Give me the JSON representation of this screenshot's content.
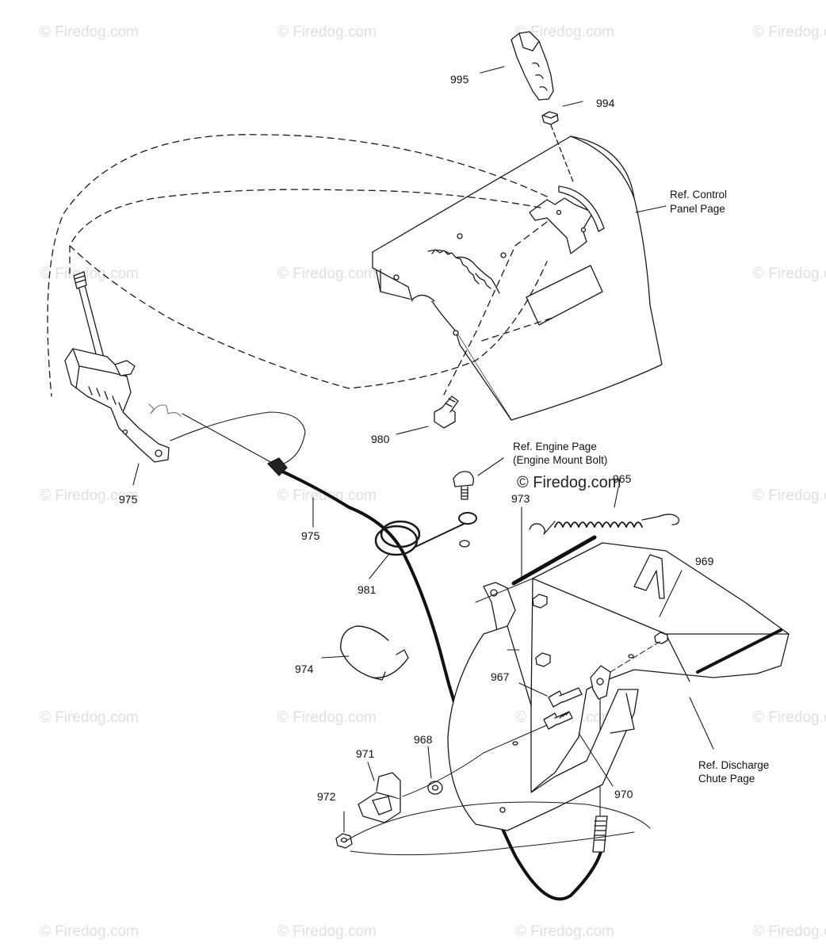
{
  "watermark": {
    "text": "© Firedog.com",
    "main_text": "© Firedog.com",
    "color": "#e0e0e0"
  },
  "callouts": {
    "p995": "995",
    "p994": "994",
    "p980": "980",
    "p975_lever": "975",
    "p975_cable": "975",
    "p981": "981",
    "p973": "973",
    "p965": "965",
    "p969": "969",
    "p974": "974",
    "p967": "967",
    "p968": "968",
    "p971": "971",
    "p972": "972",
    "p970": "970"
  },
  "references": {
    "control_panel": [
      "Ref. Control",
      "Panel Page"
    ],
    "engine": [
      "Ref. Engine Page",
      "(Engine Mount Bolt)"
    ],
    "discharge_chute": [
      "Ref. Discharge",
      "Chute Page"
    ]
  },
  "colors": {
    "line": "#1a1a1a",
    "part_fill": "#ffffff",
    "background": "#ffffff"
  }
}
